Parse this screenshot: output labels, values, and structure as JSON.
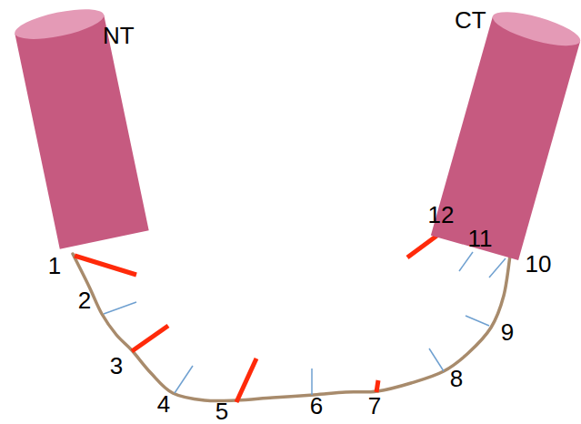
{
  "diagram": {
    "nodes": [
      {
        "text": [
          "NT"
        ]
      },
      {
        "text": [
          "CT"
        ]
      }
    ],
    "edges": [
      {
        "from": 0,
        "to": 1,
        "arrow": "none"
      }
    ],
    "labels": [
      "1",
      "2",
      "3",
      "4",
      "5",
      "6",
      "7",
      "8",
      "9",
      "10",
      "11",
      "12"
    ]
  }
}
